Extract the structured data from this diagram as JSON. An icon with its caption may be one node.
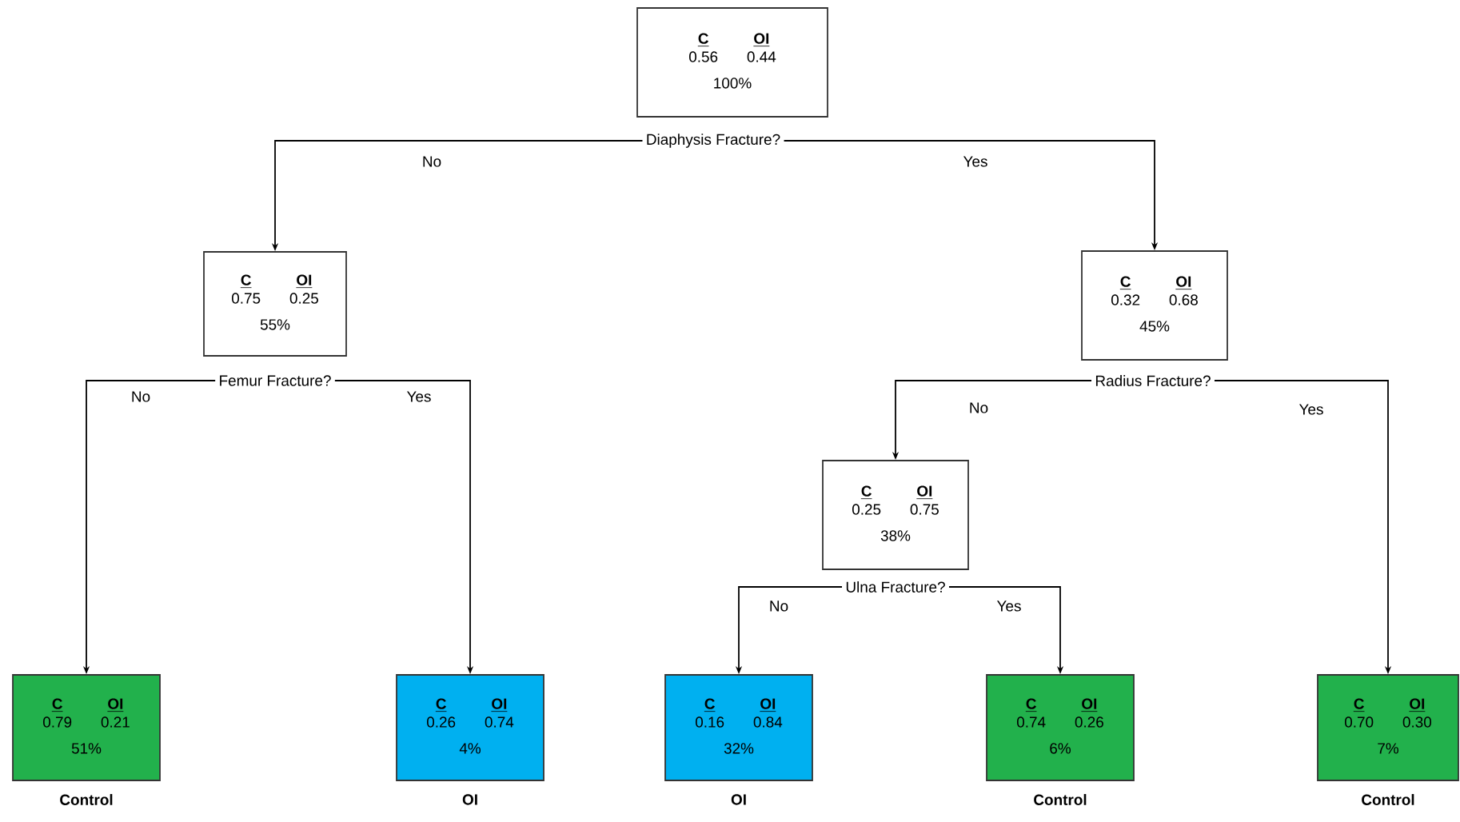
{
  "diagram": {
    "nodes": [
      {
        "text": [
          "C",
          "OI",
          "0.56",
          "0.44",
          "100%"
        ],
        "beside": [
          "Diaphysis Fracture?"
        ]
      },
      {
        "text": [
          "C",
          "OI",
          "0.75",
          "0.25",
          "55%"
        ],
        "beside": [
          "Femur Fracture?"
        ]
      },
      {
        "text": [
          "C",
          "OI",
          "0.32",
          "0.68",
          "45%"
        ],
        "beside": [
          "Radius Fracture?"
        ]
      },
      {
        "text": [
          "C",
          "OI",
          "0.25",
          "0.75",
          "38%"
        ],
        "beside": [
          "Ulna Fracture?"
        ]
      },
      {
        "text": [
          "C",
          "OI",
          "0.79",
          "0.21",
          "51%"
        ],
        "beside": [
          "Control"
        ]
      },
      {
        "text": [
          "C",
          "OI",
          "0.26",
          "0.74",
          "4%"
        ],
        "beside": [
          "OI"
        ]
      },
      {
        "text": [
          "C",
          "OI",
          "0.16",
          "0.84",
          "32%"
        ],
        "beside": [
          "OI"
        ]
      },
      {
        "text": [
          "C",
          "OI",
          "0.74",
          "0.26",
          "6%"
        ],
        "beside": [
          "Control"
        ]
      },
      {
        "text": [
          "C",
          "OI",
          "0.70",
          "0.30",
          "7%"
        ],
        "beside": [
          "Control"
        ]
      }
    ],
    "edges": [
      {
        "from": 0,
        "to": 1,
        "arrow": "to",
        "label": "No"
      },
      {
        "from": 0,
        "to": 2,
        "arrow": "to",
        "label": "Yes"
      },
      {
        "from": 1,
        "to": 4,
        "arrow": "to",
        "label": "No"
      },
      {
        "from": 1,
        "to": 5,
        "arrow": "to",
        "label": "Yes"
      },
      {
        "from": 2,
        "to": 3,
        "arrow": "to",
        "label": "No"
      },
      {
        "from": 2,
        "to": 8,
        "arrow": "to",
        "label": "Yes"
      },
      {
        "from": 3,
        "to": 6,
        "arrow": "to",
        "label": "No"
      },
      {
        "from": 3,
        "to": 7,
        "arrow": "to",
        "label": "Yes"
      }
    ]
  }
}
